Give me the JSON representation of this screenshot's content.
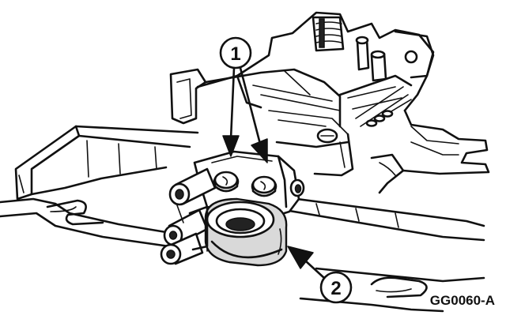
{
  "callouts": [
    {
      "label": "1"
    },
    {
      "label": "2"
    }
  ],
  "figure_code": "GG0060-A"
}
